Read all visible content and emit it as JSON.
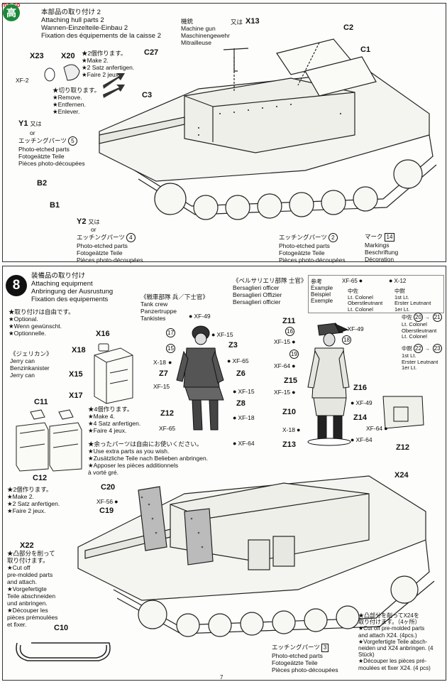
{
  "watermark": "mo.co",
  "logo_text": "高",
  "step7": {
    "title_lines": [
      "本部品の取り付け 2",
      "Attaching hull parts 2",
      "Wannen-Einzelteile-Einbau 2",
      "Fixation des équipements de la caisse 2"
    ],
    "machine_gun": [
      "機銃",
      "Machine gun",
      "Maschinengewehr",
      "Mitrailleuse"
    ],
    "x13": "X13",
    "x13_or": "又は",
    "c2": "C2",
    "c1": "C1",
    "c27": "C27",
    "c3": "C3",
    "x23": "X23",
    "x20": "X20",
    "xf2": "XF-2",
    "make2": [
      "★2個作ります。",
      "★Make 2.",
      "★2 Satz anfertigen.",
      "★Faire 2 jeux."
    ],
    "remove": [
      "★切り取ります。",
      "★Remove.",
      "★Entfernen.",
      "★Enlever."
    ],
    "y1": "Y1",
    "y1_or": "又は",
    "or": "or",
    "pe_jp": "エッチングパーツ",
    "pe5": "5",
    "pe4": "4",
    "pe_lines": [
      "Photo-etched parts",
      "Fotogeätzte Teile",
      "Pièces photo-découpées"
    ],
    "b2": "B2",
    "b1": "B1",
    "y2": "Y2",
    "y2_or": "又は",
    "pe2_num": "2",
    "mark_jp": "マーク",
    "mark14": "14",
    "markings": [
      "Markings",
      "Beschriftung",
      "Décoration"
    ]
  },
  "step8": {
    "num": "8",
    "title_lines": [
      "装備品の取り付け",
      "Attaching equipment",
      "Anbringung der Ausrustung",
      "Fixation des equipements"
    ],
    "optional": [
      "★取り付けは自由です。",
      "★Optional.",
      "★Wenn gewünscht.",
      "★Optionnelle."
    ],
    "jerry": [
      "《ジェリカン》",
      "Jerry can",
      "Benzinkanister",
      "Jerry can"
    ],
    "x16": "X16",
    "x18": "X18",
    "x15": "X15",
    "x17": "X17",
    "make4": [
      "★4個作ります。",
      "★Make 4.",
      "★4 Satz anfertigen.",
      "★Faire 4 jeux."
    ],
    "c11": "C11",
    "c12": "C12",
    "make2": [
      "★2個作ります。",
      "★Make 2.",
      "★2 Satz anfertigen.",
      "★Faire 2 jeux."
    ],
    "crew_title": [
      "《戦車部隊 兵／下士官》",
      "Tank crew",
      "Panzertruppe",
      "Tankistes"
    ],
    "crew_parts": {
      "p17": "17",
      "p15": "15",
      "xf49": "XF-49",
      "xf15": "XF-15",
      "z3": "Z3",
      "x18": "X-18",
      "xf65": "XF-65",
      "z7": "Z7",
      "z6": "Z6",
      "xf15b": "XF-15",
      "z8": "Z8",
      "xf18": "XF-18",
      "z12": "Z12",
      "xf65b": "XF-65",
      "xf64": "XF-64"
    },
    "extra": [
      "★余ったパーツは自由にお使いください。",
      "★Use extra parts as you wish.",
      "★Zusätzliche Teile nach Belieben anbringen.",
      "★Apposer les pièces additionnels",
      "à vorté gré."
    ],
    "bers_title": [
      "《ベルサリエリ部隊 士官》",
      "Bersaglieri officer",
      "Bersaglieri Offizier",
      "Bersaglieri officier"
    ],
    "example": [
      "参考",
      "Example",
      "Beispiel",
      "Exemple"
    ],
    "xf65": "XF-65",
    "x12": "X-12",
    "rank_lc": [
      "中佐",
      "Lt. Colonel",
      "Oberstleutnant",
      "Lt. Colonel"
    ],
    "rank_fl": [
      "中尉",
      "1st Lt.",
      "Erster Leutnant",
      "1er Lt."
    ],
    "officer_parts": {
      "z11": "Z11",
      "p16": "16",
      "xf49": "XF-49",
      "xf15": "XF-15",
      "p18": "18",
      "p19": "19",
      "xf64": "XF-64",
      "z15": "Z15",
      "xf15b": "XF-15",
      "z16": "Z16",
      "xf49b": "XF-49",
      "z10": "Z10",
      "z14": "Z14",
      "x18": "X-18",
      "xf64b": "XF-64",
      "z13": "Z13"
    },
    "rank_right_lc": [
      "中佐",
      "Lt. Colonel",
      "Oberstleutnant",
      "Lt. Colonel"
    ],
    "rank_right_lc_nums": [
      "20",
      "21"
    ],
    "rank_right_fl": [
      "中尉",
      "1st Lt.",
      "Erster Leutnant",
      "1er Lt."
    ],
    "rank_right_fl_nums": [
      "22",
      "23"
    ],
    "z12b": "Z12",
    "xf64c": "XF-64",
    "c20": "C20",
    "xf56": "XF-56",
    "c19": "C19",
    "x24": "X24",
    "x22": "X22",
    "c10": "C10",
    "cut_left": [
      "★凸部分を削って",
      "取り付けます。",
      "★Cut off",
      "pre-molded parts",
      "and attach.",
      "★Vorgefertigte",
      "Teile abschneiden",
      "und anbringen.",
      "★Découper les",
      "pièces prémoulées",
      "et fixer."
    ],
    "cut_right": [
      "★凸部分を削ってX24を",
      "取り付けます。（4ヶ所）",
      "★Cut off pre-molded parts",
      "and attach X24. (4pcs.)",
      "★Vorgefertigte Teile absch-",
      "neiden und X24 anbringen. (4",
      "Stück)",
      "★Découper les pièces pré-",
      "moulées et fixer X24. (4 pcs)"
    ],
    "pe3_num": "3",
    "page_footer": "7"
  }
}
